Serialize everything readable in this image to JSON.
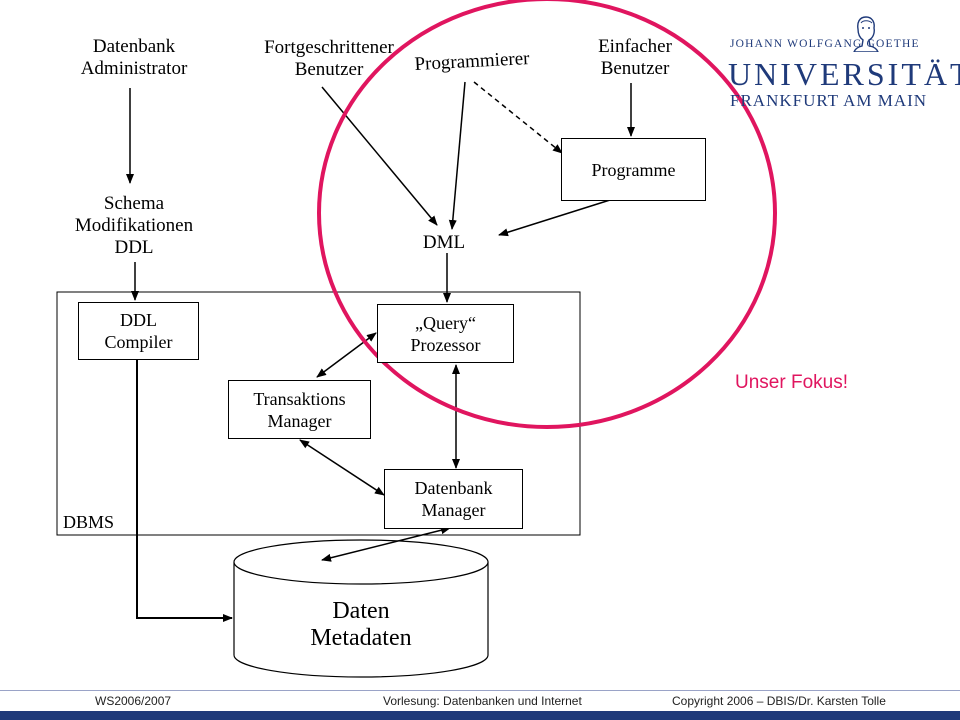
{
  "diagram": {
    "actors": {
      "db_admin": [
        "Datenbank",
        "Administrator"
      ],
      "advanced_user": [
        "Fortgeschrittener",
        "Benutzer"
      ],
      "programmer": [
        "Programmierer"
      ],
      "simple_user": [
        "Einfacher",
        "Benutzer"
      ]
    },
    "schema_label": [
      "Schema",
      "Modifikationen",
      "DDL"
    ],
    "dml_label": "DML",
    "boxes": {
      "programme": [
        "Programme"
      ],
      "ddl_compiler": [
        "DDL",
        "Compiler"
      ],
      "query_processor": [
        "„Query“",
        "Prozessor"
      ],
      "transaction_manager": [
        "Transaktions",
        "Manager"
      ],
      "database_manager": [
        "Datenbank",
        "Manager"
      ]
    },
    "dbms_label": "DBMS",
    "storage": [
      "Daten",
      "Metadaten"
    ],
    "focus_label": "Unser Fokus!",
    "focus_color": "#e0155f"
  },
  "logo": {
    "line1": "JOHANN WOLFGANG GOETHE",
    "line2": "UNIVERSITÄT",
    "line3": "FRANKFURT AM MAIN",
    "color": "#1f3a7a"
  },
  "footer": {
    "left": "WS2006/2007",
    "center": "Vorlesung: Datenbanken und Internet",
    "right": "Copyright 2006 – DBIS/Dr. Karsten Tolle",
    "bar_color": "#1f3a7a"
  }
}
